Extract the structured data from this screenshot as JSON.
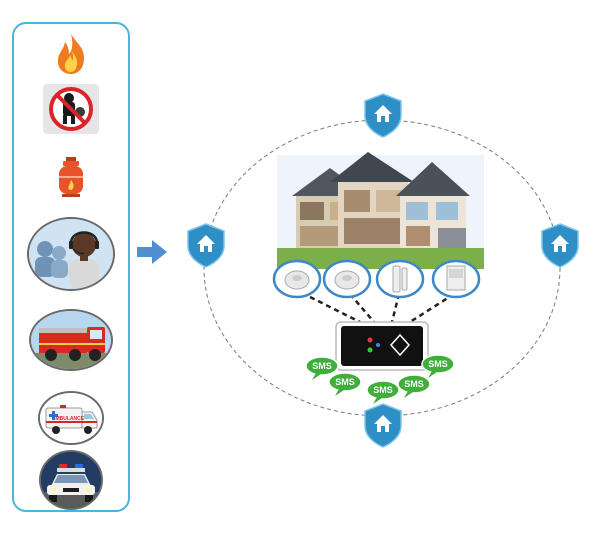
{
  "bubbles": [
    "SMS",
    "SMS",
    "SMS",
    "SMS",
    "SMS"
  ],
  "ambulance_text": "AMBULANCE",
  "colors": {
    "panel_border": "#4ab4dc",
    "shield": "#2e8fc7",
    "arrow": "#4f8fd0",
    "sensor_border": "#3f88c8",
    "sms_green": "#3fae3a",
    "fire": "#f07a20",
    "gas_tank": "#e8532a"
  },
  "icons": {
    "left_panel": [
      "fire-icon",
      "no-burglar-icon",
      "gas-tank-icon",
      "call-center-icon",
      "fire-truck-icon",
      "ambulance-icon",
      "police-car-icon"
    ],
    "shields": [
      "shield-home-icon-top",
      "shield-home-icon-left",
      "shield-home-icon-right",
      "shield-home-icon-bottom"
    ],
    "sensors": [
      "smoke-detector-icon",
      "smoke-detector-icon",
      "door-sensor-icon",
      "pir-motion-sensor-icon"
    ]
  }
}
